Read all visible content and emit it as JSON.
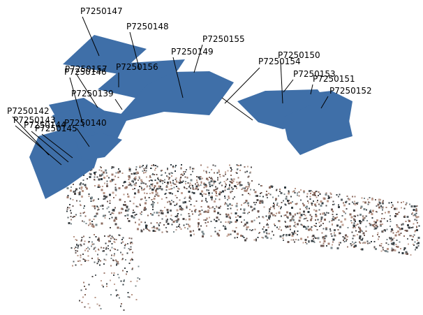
{
  "viewer": {
    "background": "#ffffff",
    "camera_color": "#3f6fa8"
  },
  "cameras": [
    "P7250147",
    "P7250148",
    "P7250155",
    "P7250149",
    "P7250150",
    "P7250154",
    "P7250153",
    "P7250151",
    "P7250152",
    "P7250157",
    "P7250146",
    "P7250156",
    "P7250139",
    "P7250142",
    "P7250143",
    "P7250144",
    "P7250140",
    "P7250145"
  ]
}
